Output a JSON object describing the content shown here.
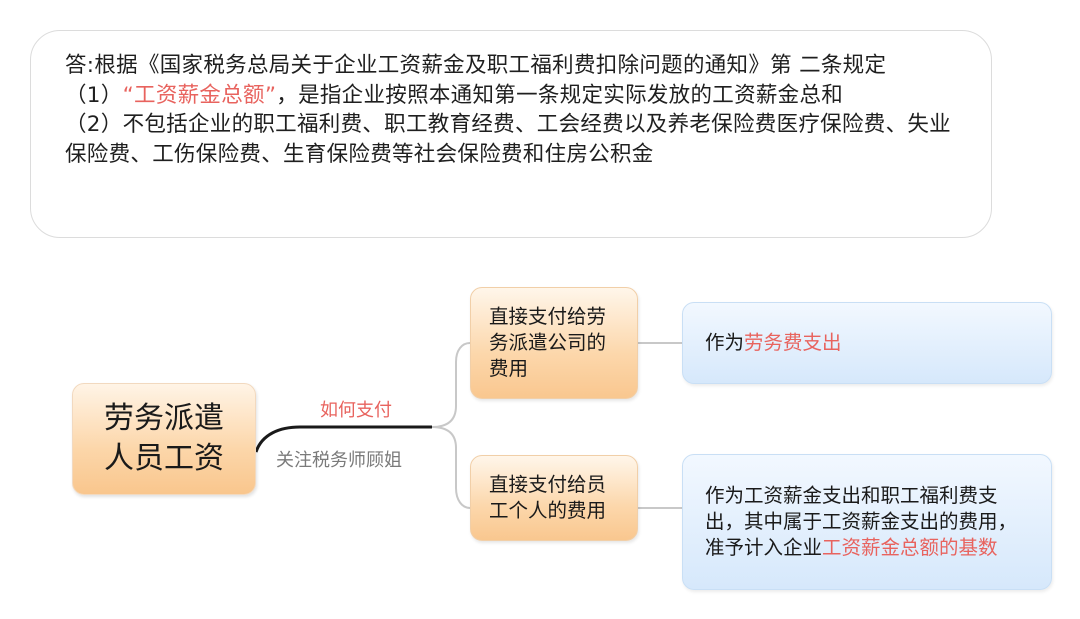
{
  "answer": {
    "line1": "答:根据《国家税务总局关于企业工资薪金及职工福利费扣除问题的通知》第 二条规定",
    "item1_prefix": "（1）",
    "item1_highlight": "“工资薪金总额”",
    "item1_rest": "，是指企业按照本通知第一条规定实际发放的工资薪金总和",
    "item2": "（2）不包括企业的职工福利费、职工教育经费、工会经费以及养老保险费医疗保险费、失业保险费、工伤保险费、生育保险费等社会保险费和住房公积金"
  },
  "diagram": {
    "root": {
      "line1": "劳务派遣",
      "line2": "人员工资"
    },
    "edge_label_top": "如何支付",
    "edge_label_bottom": "关注税务师顾姐",
    "branch1": {
      "label": "直接支付给劳务派遣公司的费用",
      "result_prefix": "作为",
      "result_highlight": "劳务费支出",
      "result_suffix": ""
    },
    "branch2": {
      "label": "直接支付给员工个人的费用",
      "result_prefix": "作为工资薪金支出和职工福利费支出，其中属于工资薪金支出的费用，准予计入企业",
      "result_highlight": "工资薪金总额的基数",
      "result_suffix": ""
    }
  },
  "colors": {
    "highlight": "#e8635e",
    "connector": "#1a1a1a",
    "connector_light": "#c8c8c8"
  }
}
